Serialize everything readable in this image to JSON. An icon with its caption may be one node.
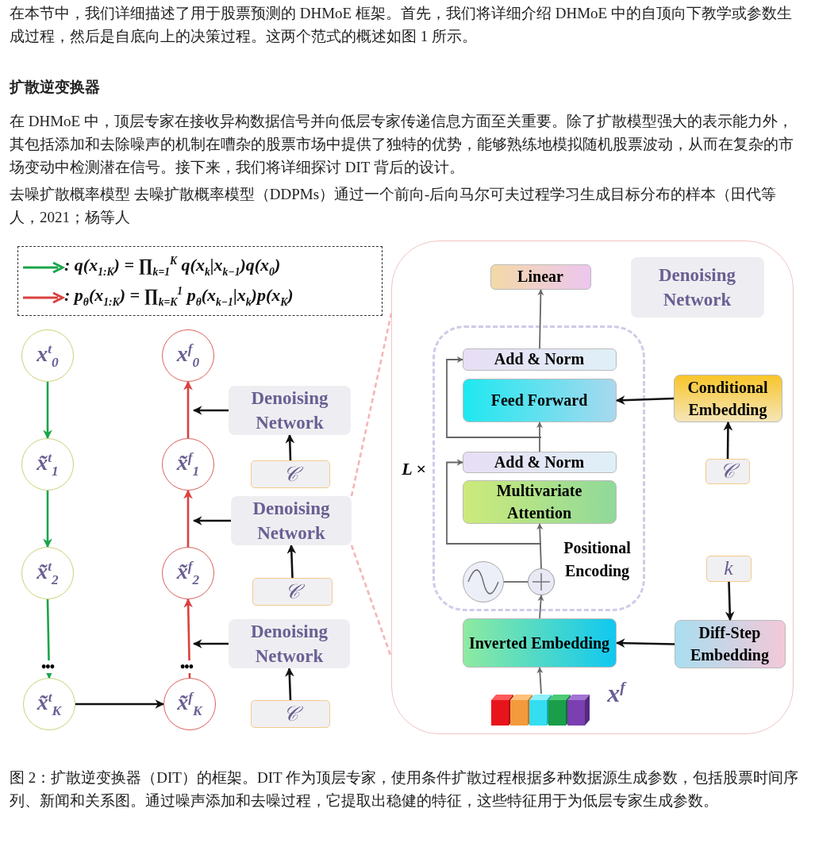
{
  "diagram": {
    "title": "扩散逆变换器",
    "caption": "图 2：扩散逆变换器（DIT）的框架。DIT 作为顶层专家，使用条件扩散过程根据多种数据源生成参数，包括股票时间序列、新闻和关系图。通过噪声添加和去噪过程，它提取出稳健的特征，这些特征用于为低层专家生成参数。",
    "nodes": [
      {
        "text": [
          "x$^{t}$$_{0}$"
        ]
      },
      {
        "text": [
          "x̃$^{t}$$_{1}$"
        ]
      },
      {
        "text": [
          "x̃$^{t}$$_{2}$"
        ]
      },
      {
        "text": [
          "x̃$^{t}$$_{K}$"
        ]
      },
      {
        "text": [
          "x$^{f}$$_{0}$"
        ]
      },
      {
        "text": [
          "x̃$^{f}$$_{1}$"
        ]
      },
      {
        "text": [
          "x̃$^{f}$$_{2}$"
        ]
      },
      {
        "text": [
          "x̃$^{f}$$_{K}$"
        ]
      },
      {
        "text": [
          "Denoising Network"
        ]
      },
      {
        "text": [
          "𝒞"
        ]
      },
      {
        "text": [
          "Denoising Network"
        ]
      },
      {
        "text": [
          "𝒞"
        ]
      },
      {
        "text": [
          "Denoising Network"
        ]
      },
      {
        "text": [
          "𝒞"
        ]
      },
      {
        "text": [],
        "shape": "box"
      },
      {
        "text": [
          "Denoising Network"
        ],
        "in": 14
      },
      {
        "text": [
          "Linear"
        ],
        "in": 14
      },
      {
        "text": [],
        "shape": "box",
        "beside": [
          "L ×"
        ],
        "in": 14
      },
      {
        "text": [
          "Add & Norm"
        ],
        "in": 17
      },
      {
        "text": [
          "Feed Forward"
        ],
        "in": 17
      },
      {
        "text": [
          "Add & Norm"
        ],
        "in": 17
      },
      {
        "text": [
          "Multivariate Attention"
        ],
        "in": 17
      },
      {
        "text": [],
        "shape": "circle",
        "beside": [
          "Positional Encoding"
        ],
        "in": 17
      },
      {
        "text": [],
        "shape": "circle",
        "in": 17
      },
      {
        "text": [
          "Conditional Embedding"
        ],
        "in": 14
      },
      {
        "text": [
          "𝒞"
        ],
        "in": 14
      },
      {
        "text": [
          "k"
        ],
        "in": 14
      },
      {
        "text": [
          "Diff-Step Embedding"
        ],
        "in": 14
      },
      {
        "text": [
          "Inverted Embedding"
        ],
        "in": 14
      },
      {
        "text": [],
        "shape": "box",
        "beside": [
          "x$^{f}$"
        ],
        "in": 14
      }
    ],
    "edges": [
      {
        "from": 0,
        "to": 1,
        "arrow": "to",
        "color": "#1aa54a"
      },
      {
        "from": 1,
        "to": 2,
        "arrow": "to",
        "color": "#1aa54a"
      },
      {
        "from": 2,
        "to": 3,
        "arrow": "to",
        "color": "#1aa54a"
      },
      {
        "from": 3,
        "to": 7,
        "arrow": "to"
      },
      {
        "from": 7,
        "to": 6,
        "arrow": "to",
        "color": "#d9413e"
      },
      {
        "from": 6,
        "to": 5,
        "arrow": "to",
        "color": "#d9413e"
      },
      {
        "from": 5,
        "to": 4,
        "arrow": "to",
        "color": "#d9413e"
      },
      {
        "from": 8,
        "to": null,
        "arrow": "to"
      },
      {
        "from": 10,
        "to": null,
        "arrow": "to"
      },
      {
        "from": 12,
        "to": null,
        "arrow": "to"
      },
      {
        "from": 9,
        "to": 8,
        "arrow": "to"
      },
      {
        "from": 11,
        "to": 10,
        "arrow": "to"
      },
      {
        "from": 13,
        "to": 12,
        "arrow": "to"
      },
      {
        "from": 29,
        "to": 28,
        "arrow": "to",
        "color": "#666666"
      },
      {
        "from": 28,
        "to": 22,
        "arrow": "to",
        "color": "#666666"
      },
      {
        "from": 22,
        "to": 21,
        "arrow": "to",
        "color": "#666666"
      },
      {
        "from": null,
        "to": 20,
        "arrow": "to",
        "color": "#666666"
      },
      {
        "from": 20,
        "to": 19,
        "arrow": "to",
        "color": "#666666"
      },
      {
        "from": null,
        "to": 18,
        "arrow": "to",
        "color": "#666666"
      },
      {
        "from": 18,
        "to": 16,
        "arrow": "to",
        "color": "#666666"
      },
      {
        "from": 24,
        "to": 19,
        "arrow": "to"
      },
      {
        "from": 25,
        "to": 24,
        "arrow": "to"
      },
      {
        "from": 26,
        "to": 27,
        "arrow": "to"
      },
      {
        "from": 27,
        "to": 28,
        "arrow": "to"
      },
      {
        "from": 23,
        "to": 22,
        "arrow": "none",
        "color": "#666666"
      },
      {
        "from": 10,
        "to": 14,
        "arrow": "none",
        "style": "dashed",
        "color": "#f5b5b5"
      }
    ],
    "labels": [
      "在本节中，我们详细描述了用于股票预测的 DHMoE 框架。首先，我们将详细介绍 DHMoE 中的自顶向下教学或参数生成过程，然后是自底向上的决策过程。这两个范式的概述如图 1 所示。",
      "在 DHMoE 中，顶层专家在接收异构数据信号并向低层专家传递信息方面至关重要。除了扩散模型强大的表示能力外，其包括添加和去除噪声的机制在嘈杂的股票市场中提供了独特的优势，能够熟练地模拟随机股票波动，从而在复杂的市场变动中检测潜在信号。接下来，我们将详细探讨 DIT 背后的设计。",
      "去噪扩散概率模型 去噪扩散概率模型（DDPMs）通过一个前向-后向马尔可夫过程学习生成目标分布的样本（田代等人，2021；杨等人",
      "•••",
      "•••"
    ],
    "legend": [
      {
        "text": ": q(x$_{1:K}$) = ∏$_{k=1}$$^{K}$ q(x$_{k}$|x$_{k−1}$)q(x$_{0}$)"
      },
      {
        "text": ": p$_{θ}$(x$_{1:K}$) = ∏$_{k=K}$$^{1}$ p$_{θ}$(x$_{k−1}$|x$_{k}$)p(x$_{K}$)"
      }
    ]
  }
}
